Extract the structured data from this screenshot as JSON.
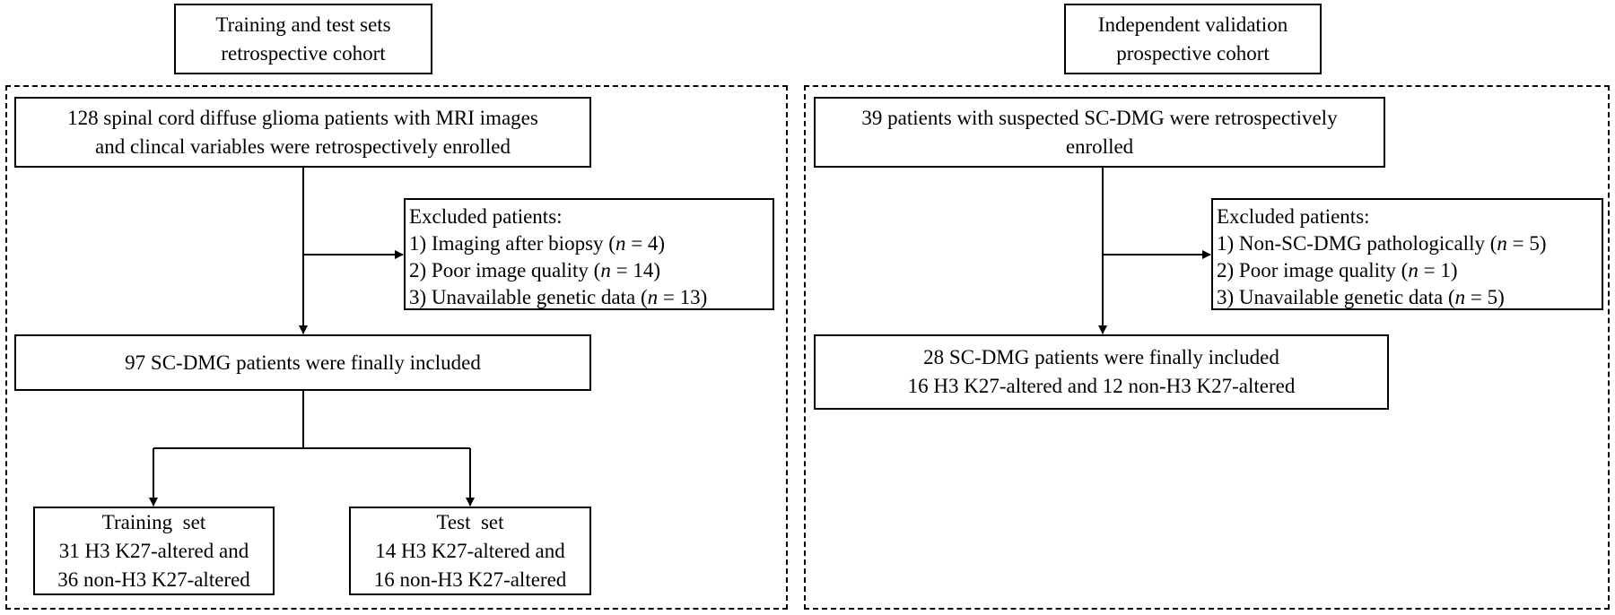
{
  "left": {
    "header": [
      "Training and test sets",
      "retrospective cohort"
    ],
    "enrolled": [
      "128 spinal cord diffuse glioma patients with MRI images",
      "and clincal variables were retrospectively enrolled"
    ],
    "excluded": {
      "title": "Excluded patients:",
      "items": [
        {
          "pre": "1) Imaging after biopsy (",
          "n": "n",
          "post": " = 4)"
        },
        {
          "pre": "2) Poor image quality (",
          "n": "n",
          "post": " = 14)"
        },
        {
          "pre": "3) Unavailable genetic data (",
          "n": "n",
          "post": " = 13)"
        }
      ]
    },
    "included": [
      "97 SC-DMG patients were finally included"
    ],
    "training": [
      "Training  set",
      "31 H3 K27-altered and",
      "36 non-H3 K27-altered"
    ],
    "test": [
      "Test  set",
      "14 H3 K27-altered and",
      "16 non-H3 K27-altered"
    ]
  },
  "right": {
    "header": [
      "Independent validation",
      "prospective cohort"
    ],
    "enrolled": [
      "39 patients with suspected SC-DMG were retrospectively",
      "enrolled"
    ],
    "excluded": {
      "title": "Excluded patients:",
      "items": [
        {
          "pre": "1) Non-SC-DMG pathologically (",
          "n": "n",
          "post": " = 5)"
        },
        {
          "pre": "2) Poor image quality (",
          "n": "n",
          "post": " = 1)"
        },
        {
          "pre": "3) Unavailable genetic data (",
          "n": "n",
          "post": " = 5)"
        }
      ]
    },
    "included": [
      "28 SC-DMG patients were finally included",
      "16 H3 K27-altered and 12 non-H3 K27-altered"
    ]
  }
}
